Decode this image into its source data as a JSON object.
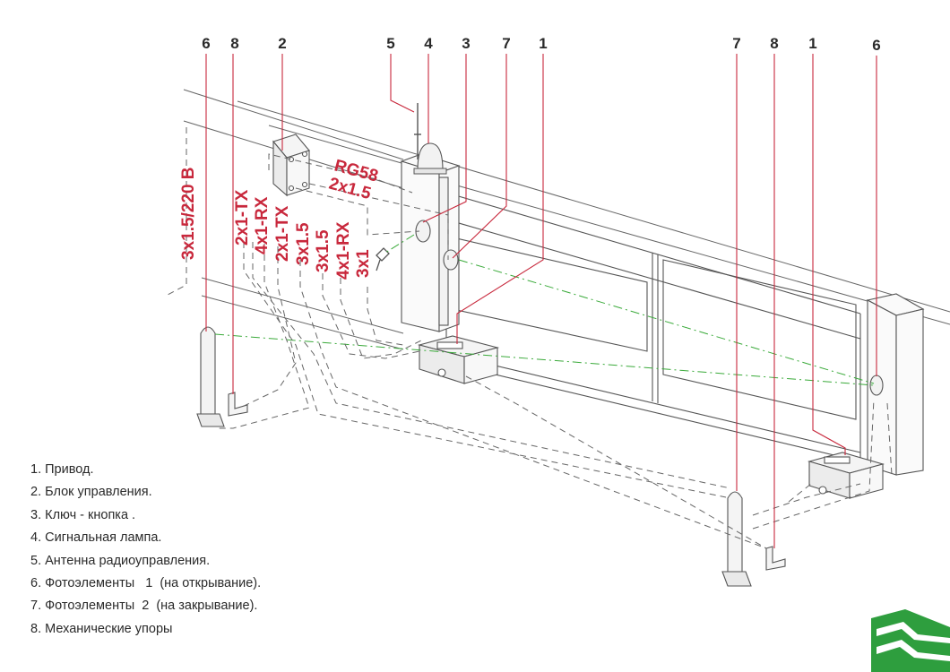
{
  "callouts": {
    "c6a": "6",
    "c8a": "8",
    "c2": "2",
    "c5": "5",
    "c4": "4",
    "c3": "3",
    "c7a": "7",
    "c1a": "1",
    "c7b": "7",
    "c8b": "8",
    "c1b": "1",
    "c6b": "6"
  },
  "cables": {
    "power": "3x1.5/220 В",
    "rg58": "RG58",
    "lamp": "2x1.5",
    "tx1": "2x1-TX",
    "rx1": "4x1-RX",
    "tx2": "2x1-TX",
    "c1": "3x1.5",
    "c2": "3x1.5",
    "rx2": "4x1-RX",
    "c3": "3x1"
  },
  "legend": [
    "1. Привод.",
    "2. Блок управления.",
    "3. Ключ - кнопка .",
    "4. Сигнальная лампа.",
    "5. Антенна радиоуправления.",
    "6. Фотоэлементы   1  (на открывание).",
    "7. Фотоэлементы  2  (на закрывание).",
    "8. Механические упоры"
  ],
  "colors": {
    "leader": "#c8283c",
    "cable_text": "#c8283c",
    "beam": "#3aaa3a",
    "outline": "#555555",
    "logo": "#2e9e3e"
  }
}
